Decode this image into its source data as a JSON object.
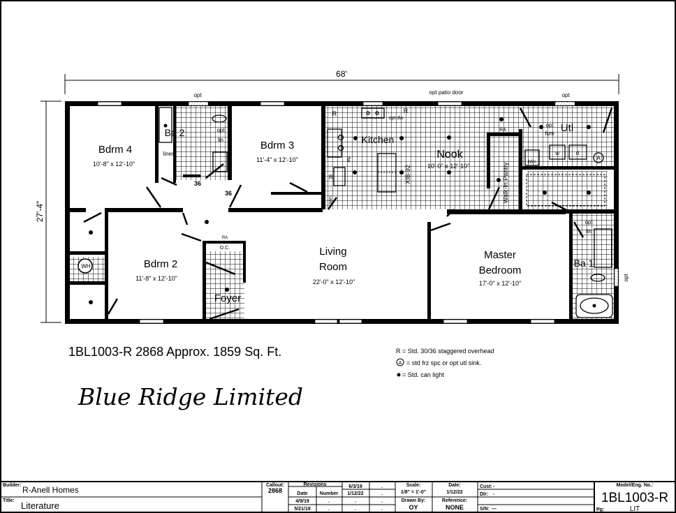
{
  "dimensions": {
    "width": "68'",
    "depth": "27'-4\""
  },
  "top_labels": {
    "opt_left": "opt",
    "opt_patio_door": "opt patio door",
    "opt_right": "opt"
  },
  "rooms": {
    "bdrm4": {
      "name": "Bdrm 4",
      "size": "10'-8\" x 12'-10\""
    },
    "ba2": {
      "name": "Ba 2",
      "opt": "opt",
      "lin": "lin",
      "linen": "linen"
    },
    "bdrm3": {
      "name": "Bdrm 3",
      "size": "11'-4\" x 12'-10\""
    },
    "door_36_a": "36",
    "door_36_b": "36",
    "kitchen": {
      "name": "Kitchen",
      "r1": "R",
      "r2": "R",
      "r3": "R",
      "opt_dw": "opt dw",
      "dw": "dw",
      "island": "XIB-92",
      "pan": "pan"
    },
    "nook": {
      "name": "Nook",
      "size": "10'-0\" x 12'-10\""
    },
    "pantry": {
      "name": "Walk-In Pantry",
      "ra": "RA"
    },
    "utility": {
      "name": "Utl",
      "opt": "opt",
      "furn": "fum",
      "washer": "w",
      "dryer": "d",
      "bfm": "bfm",
      "sink_symbol": "A"
    },
    "bdrm2": {
      "name": "Bdrm 2",
      "size": "11'-8\" x 12'-10\"",
      "water_heater": "WH"
    },
    "foyer": {
      "name": "Foyer",
      "ra": "RA",
      "coat_closet": "O.C."
    },
    "living": {
      "name1": "Living",
      "name2": "Room",
      "size": "22'-0\" x 12'-10\""
    },
    "master": {
      "name1": "Master",
      "name2": "Bedroom",
      "size": "17'-0\" x 12'-10\""
    },
    "ba1": {
      "name": "Ba 1",
      "opt": "opt",
      "lin": "lin",
      "opt_side": "opt"
    }
  },
  "model_line": "1BL1003-R 2868 Approx. 1859 Sq. Ft.",
  "series_name": "Blue Ridge Limited",
  "legend": [
    "R = Std. 30/36 staggered overhead",
    "= std frz spc or opt utl sink.",
    "= Std. can light"
  ],
  "legend_symbol": "A",
  "title_block": {
    "builder_label": "Builder:",
    "builder": "R-Anell Homes",
    "title_label": "Title:",
    "title": "Literature",
    "callout_label": "Callout:",
    "callout": "2868",
    "revisions_label": "Revisions",
    "rev_date_label": "Date",
    "rev_number_label": "Number",
    "rev_dates": [
      "4/9/19",
      "5/21/19"
    ],
    "rev_numbers": [
      ".",
      "."
    ],
    "rev_col3": [
      "6/3/19",
      "1/12/22",
      ".",
      "."
    ],
    "rev_col4": [
      ".",
      ".",
      ".",
      "."
    ],
    "scale_label": "Scale:",
    "scale": "1/8\" = 1'-0\"",
    "drawn_by_label": "Drawn By:",
    "drawn_by": "OY",
    "date_label": "Date:",
    "date": "1/12/22",
    "reference_label": "Reference:",
    "reference": "NONE",
    "cust_label": "Cust:",
    "cust": "-",
    "dlr_label": "Dlr:",
    "dlr": "-",
    "sn_label": "S/N:",
    "sn": "—",
    "model_label": "Model/Eng. No.:",
    "model": "1BL1003-R",
    "pg_label": "Pg:",
    "pg": "LIT"
  }
}
